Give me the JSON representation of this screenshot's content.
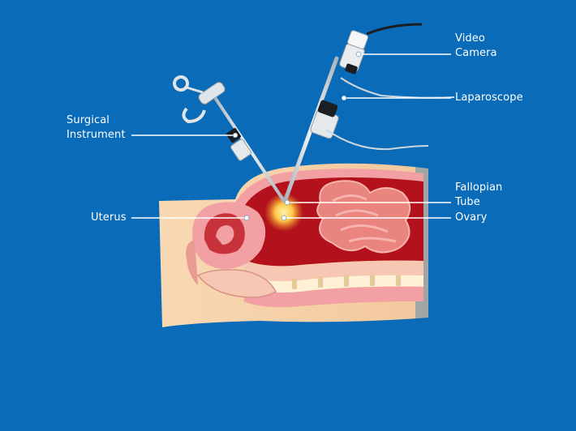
{
  "labels": {
    "surgical_line1": "Surgical",
    "surgical_line2": "Instrument",
    "uterus": "Uterus",
    "video_line1": "Video",
    "video_line2": "Camera",
    "laparoscope": "Laparoscope",
    "fallopian_line1": "Fallopian",
    "fallopian_line2": "Tube",
    "ovary": "Ovary"
  },
  "colors": {
    "background": "#0a6bb8",
    "skin": "#f8d9b3",
    "cavity": "#b3121c",
    "tissue_pink": "#f2a0a3",
    "instrument_metal": "#d4dbe0",
    "instrument_dark": "#1b1f24",
    "label_text": "#ffffff",
    "glow": "#ffc94a"
  }
}
